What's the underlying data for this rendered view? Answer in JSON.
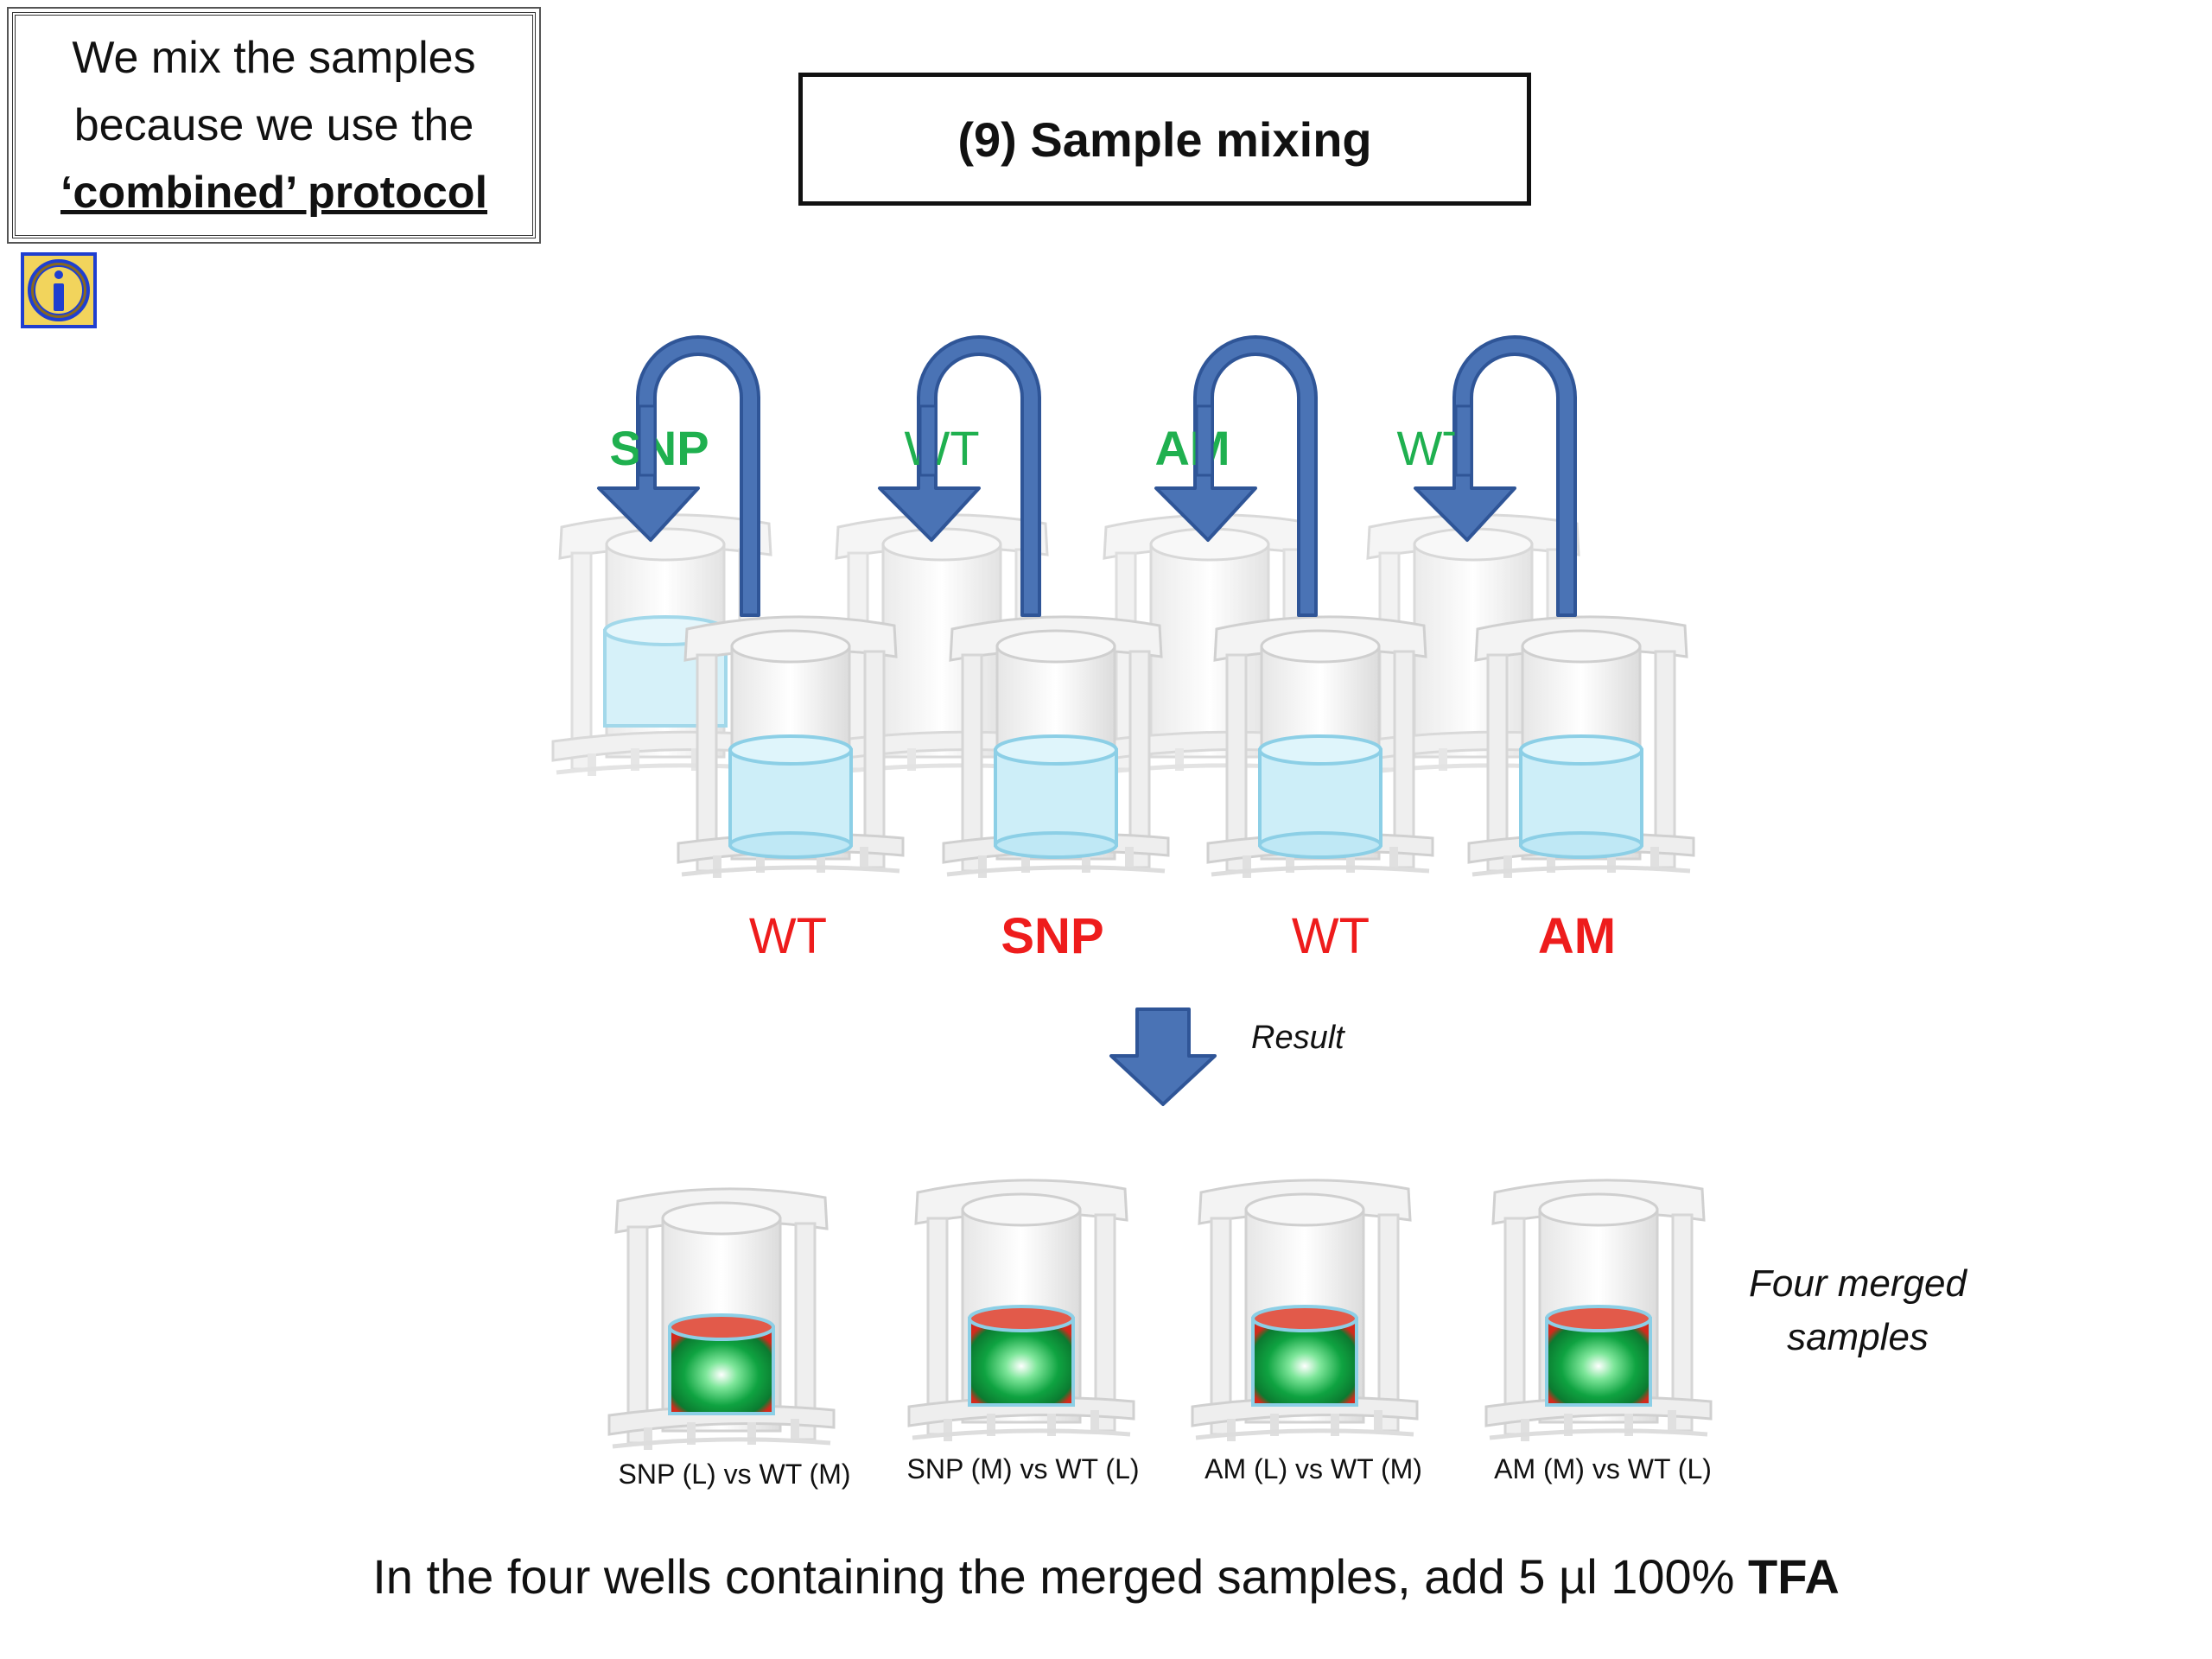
{
  "note": {
    "line1": "We mix the samples",
    "line2": "because we use the",
    "line3": "‘combined’ protocol"
  },
  "title": "(9) Sample mixing",
  "back_row_labels": [
    "SNP",
    "WT",
    "AM",
    "WT"
  ],
  "front_row_labels": [
    "WT",
    "SNP",
    "WT",
    "AM"
  ],
  "result_label": "Result",
  "merged_label_line1": "Four merged",
  "merged_label_line2": "samples",
  "merged_samples": [
    "SNP (L) vs WT (M)",
    "SNP (M) vs WT (L)",
    "AM (L) vs WT (M)",
    "AM (M) vs WT (L)"
  ],
  "instruction_prefix": "In the four wells containing the merged samples, add 5 µl 100%",
  "instruction_bold": "TFA",
  "colors": {
    "arrow_fill": "#4a73b5",
    "arrow_stroke": "#2f5597",
    "green_label": "#1fb04f",
    "red_label": "#ee1c1c",
    "liquid": "#bfe8f5",
    "info_border": "#1f3fd0",
    "info_fill": "#f2d45c"
  }
}
